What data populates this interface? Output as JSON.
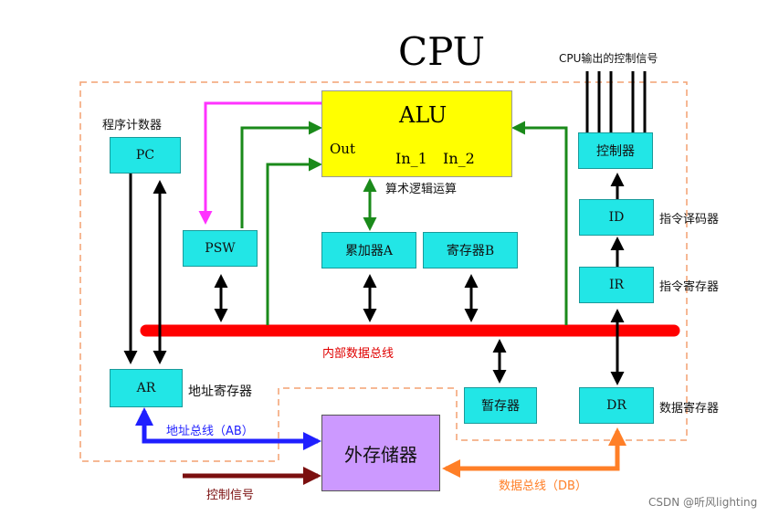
{
  "title": "CPU",
  "control_signals_out": "CPU输出的控制信号",
  "alu": {
    "name": "ALU",
    "out": "Out",
    "in1": "In_1",
    "in2": "In_2",
    "caption": "算术逻辑运算"
  },
  "pc": {
    "name": "PC",
    "caption": "程序计数器"
  },
  "psw": {
    "name": "PSW"
  },
  "accumulator": {
    "name": "累加器A"
  },
  "register_b": {
    "name": "寄存器B"
  },
  "controller": {
    "name": "控制器"
  },
  "id": {
    "name": "ID",
    "caption": "指令译码器"
  },
  "ir": {
    "name": "IR",
    "caption": "指令寄存器"
  },
  "internal_bus": {
    "caption": "内部数据总线"
  },
  "ar": {
    "name": "AR",
    "caption": "地址寄存器"
  },
  "temp": {
    "name": "暂存器"
  },
  "dr": {
    "name": "DR",
    "caption": "数据寄存器"
  },
  "memory": {
    "name": "外存储器"
  },
  "address_bus": {
    "caption": "地址总线（AB）"
  },
  "control_signal": {
    "caption": "控制信号"
  },
  "data_bus": {
    "caption": "数据总线（DB）"
  },
  "watermark": "CSDN @听风lighting",
  "colors": {
    "register_fill": "#22e6e6",
    "alu_fill": "#ffff00",
    "memory_fill": "#cc99ff",
    "internal_bus": "#ff0000",
    "address_bus": "#1f1fff",
    "data_bus": "#ff7f27",
    "control_signal": "#7b0f0f",
    "green_path": "#1a8a1a",
    "magenta_path": "#ff33ff",
    "frame_dashed": "#f4a070"
  }
}
